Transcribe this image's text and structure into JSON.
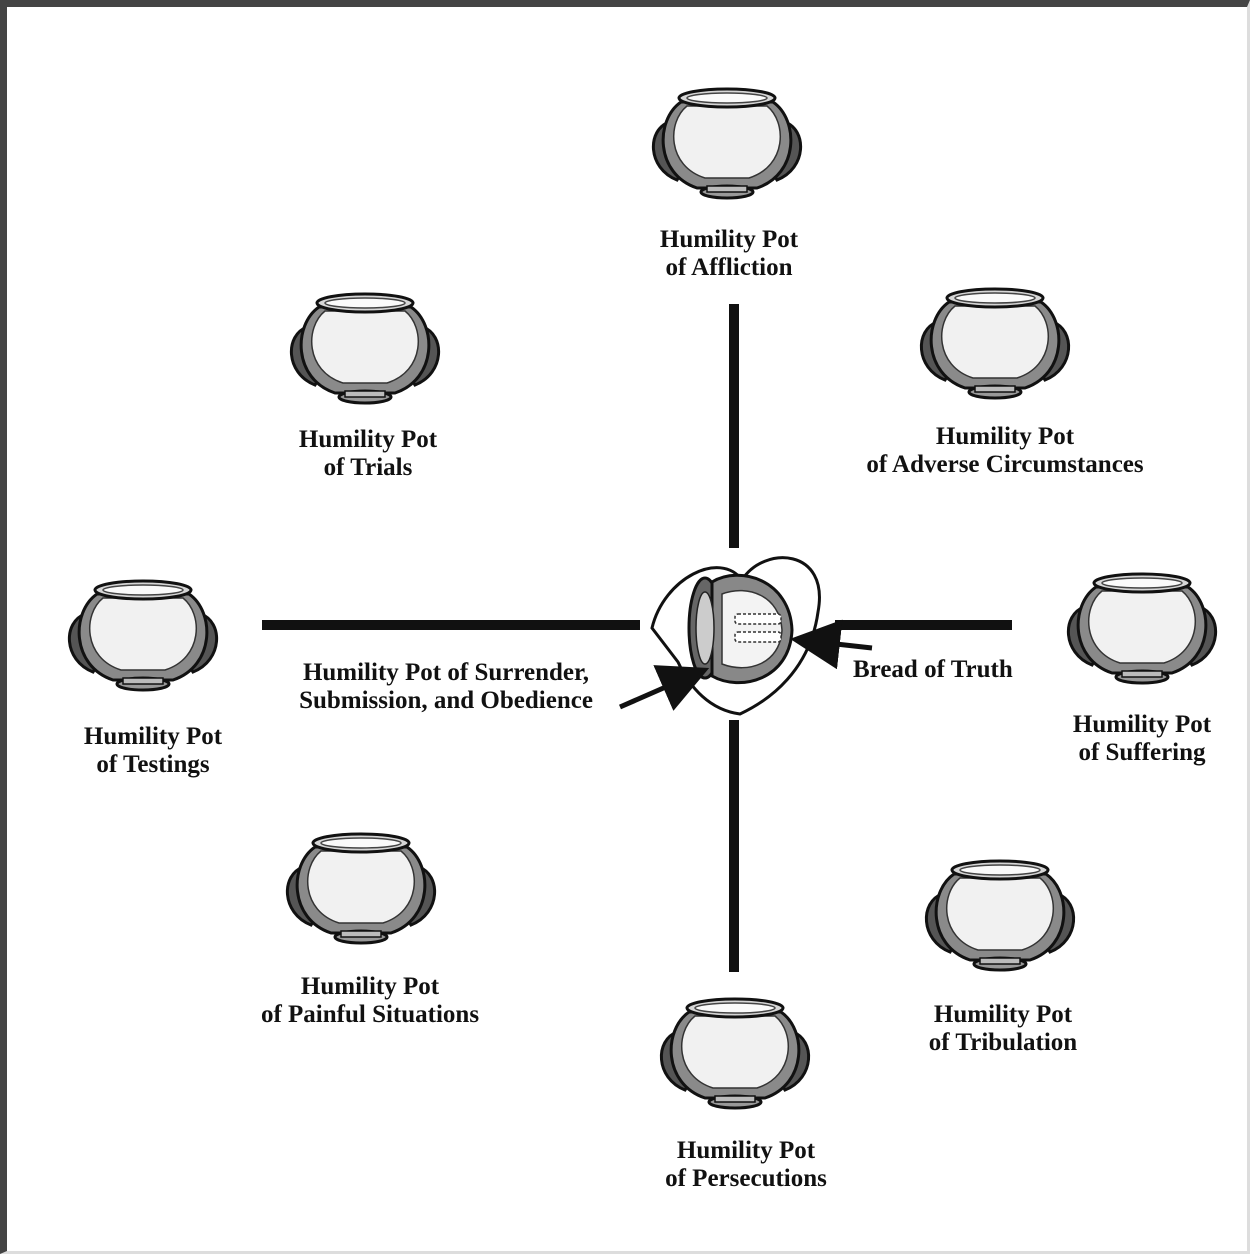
{
  "center": {
    "label_line1": "Humility Pot of Surrender,",
    "label_line2": "Submission, and Obedience",
    "bread_label": "Bread of Truth"
  },
  "pots": {
    "affliction": {
      "line1": "Humility Pot",
      "line2": "of Affliction"
    },
    "trials": {
      "line1": "Humility Pot",
      "line2": "of Trials"
    },
    "adverse": {
      "line1": "Humility Pot",
      "line2": "of Adverse Circumstances"
    },
    "testings": {
      "line1": "Humility Pot",
      "line2": "of Testings"
    },
    "suffering": {
      "line1": "Humility Pot",
      "line2": "of Suffering"
    },
    "painful": {
      "line1": "Humility Pot",
      "line2": "of Painful Situations"
    },
    "tribulation": {
      "line1": "Humility Pot",
      "line2": "of Tribulation"
    },
    "persecutions": {
      "line1": "Humility Pot",
      "line2": "of Persecutions"
    }
  }
}
